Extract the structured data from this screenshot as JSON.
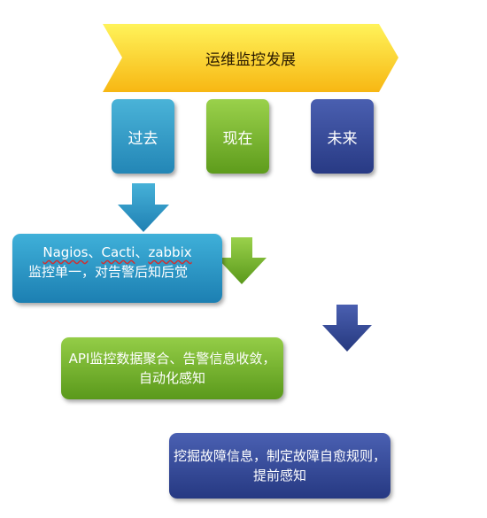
{
  "banner": {
    "title": "运维监控发展",
    "color_top": "#fff35a",
    "color_bottom": "#f7b713"
  },
  "stages": [
    {
      "label": "过去",
      "color": "#2386b6"
    },
    {
      "label": "现在",
      "color": "#5e9c1c"
    },
    {
      "label": "未来",
      "color": "#283a84"
    }
  ],
  "boxes": {
    "past": {
      "tools": [
        "Nagios",
        "Cacti",
        "zabbix"
      ],
      "separator": "、",
      "line2": "监控单一，对告警后知后觉"
    },
    "now": {
      "line1": "API监控数据聚合、告警信息收敛，",
      "line2": "自动化感知"
    },
    "future": {
      "line1": "挖掘故障信息，制定故障自愈规则，",
      "line2": "提前感知"
    }
  }
}
